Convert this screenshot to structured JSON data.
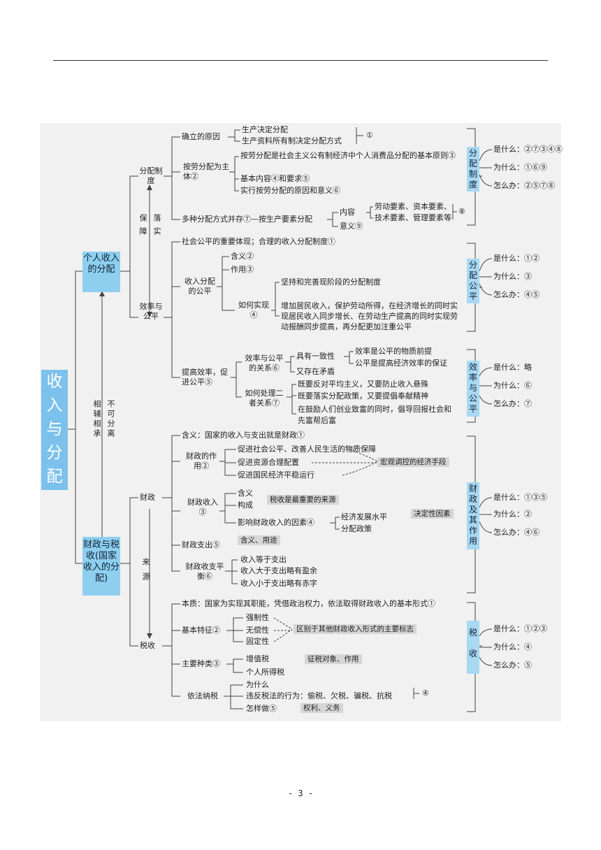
{
  "title_chars": [
    "收",
    "入",
    "与",
    "分",
    "配"
  ],
  "personal": "个人收入的分配",
  "fiscal": "财政与税收(国家收入的分配)",
  "mid_left": [
    "相",
    "辅",
    "相",
    "承"
  ],
  "mid_right": [
    "不",
    "可",
    "分",
    "离"
  ],
  "guarantee": [
    "保",
    "障"
  ],
  "implement": [
    "落",
    "实"
  ],
  "source": [
    "来",
    "源"
  ],
  "distrib_system": "分配制度",
  "efficiency_fair": "效率与公平",
  "fiscal_node": "财政",
  "tax_node": "税收",
  "ds": {
    "reason": "确立的原因",
    "reason1": "生产决定分配",
    "reason2": "生产资料所有制决定分配方式",
    "reason_num": "①",
    "labor": "按劳分配为主体②",
    "labor1": "按劳分配是社会主义公有制经济中个人消费品分配的基本原则③",
    "labor2": "基本内容④和要求⑤",
    "labor3": "实行按劳分配的原因和意义⑥",
    "multi": "多种分配方式并存⑦—按生产要素分配",
    "content": "内容",
    "factors1": "劳动要素、资本要素、",
    "factors2": "技术要素、管理要素等",
    "meaning": "意义⑨",
    "multi_num": "⑧"
  },
  "ef": {
    "social": "社会公平的重要体现；合理的收入分配制度①",
    "fair": "收入分配的公平",
    "f1": "含义②",
    "f2": "作用③",
    "how": "如何实现④",
    "h1": "坚持和完善现阶段的分配制度",
    "h2": "增加居民收入，保护劳动所得，在经济增长的同时实现居民收入同步增长、在劳动生产提高的同时实现劳动报酬同步提高，再分配更加注重公平",
    "improve": "提高效率，促进公平⑤",
    "rel": "效率与公平的关系⑥",
    "unity": "具有一致性",
    "u1": "效率是公平的物质前提",
    "u2": "公平是提高经济效率的保证",
    "conflict": "又存在矛盾",
    "handle": "如何处理二者关系⑦",
    "hd1": "既要反对平均主义，又要防止收入悬殊",
    "hd2": "既要落实分配政策，又要提倡奉献精神",
    "hd3": "在鼓励人们创业致富的同时，倡导回报社会和先富帮后富"
  },
  "fi": {
    "def": "含义：国家的收入与支出就是财政①",
    "role": "财政的作用②",
    "r1": "促进社会公平、改善人民生活的物质保障",
    "r2": "促进资源合理配置",
    "r3": "促进国民经济平稳运行",
    "r_note": "宏观调控的经济手段",
    "income": "财政收入③",
    "i1": "含义",
    "i2": "构成",
    "i2_note": "税收是最重要的来源",
    "i3": "影响财政收入的因素④",
    "econ": "经济发展水平",
    "econ_note": "决定性因素",
    "policy": "分配政策",
    "spend": "财政支出⑤",
    "spend_note": "含义、用途",
    "balance": "财政收支平衡⑥",
    "b1": "收入等于支出",
    "b2": "收入大于支出略有盈余",
    "b3": "收入小于支出略有赤字"
  },
  "tx": {
    "nature": "本质：国家为实现其职能，凭借政治权力，依法取得财政收入的基本形式①",
    "feature": "基本特征②",
    "ft1": "强制性",
    "ft2": "无偿性",
    "ft3": "固定性",
    "ft_note": "区别于其他财政收入形式的主要标志",
    "kinds": "主要种类③",
    "k1": "增值税",
    "k2": "个人所得税",
    "k_note": "征税对象、作用",
    "law": "依法纳税",
    "l1": "为什么",
    "l2": "违反税法的行为：偷税、欠税、骗税、抗税",
    "l3": "怎样做⑤",
    "l_note": "权利、义务",
    "law_num": "④"
  },
  "summaries": [
    {
      "label": "分配制度",
      "what": "是什么：②⑦③④⑧",
      "why": "为什么：①⑥⑨",
      "how": "怎么办：②⑤⑦⑧"
    },
    {
      "label": "分配公平",
      "what": "是什么：①②",
      "why": "为什么：③",
      "how": "怎么办：④⑤"
    },
    {
      "label": "效率与公平",
      "what": "是什么：略",
      "why": "为什么：⑥",
      "how": "怎么办：⑦"
    },
    {
      "label": "财政及其作用",
      "what": "是什么：①③⑤",
      "why": "为什么：②",
      "how": "怎么办：④⑥"
    },
    {
      "label": "税收",
      "what": "是什么：①②③",
      "why": "为什么：④",
      "how": "怎么办：⑤"
    }
  ],
  "page_number": "- 3 -"
}
